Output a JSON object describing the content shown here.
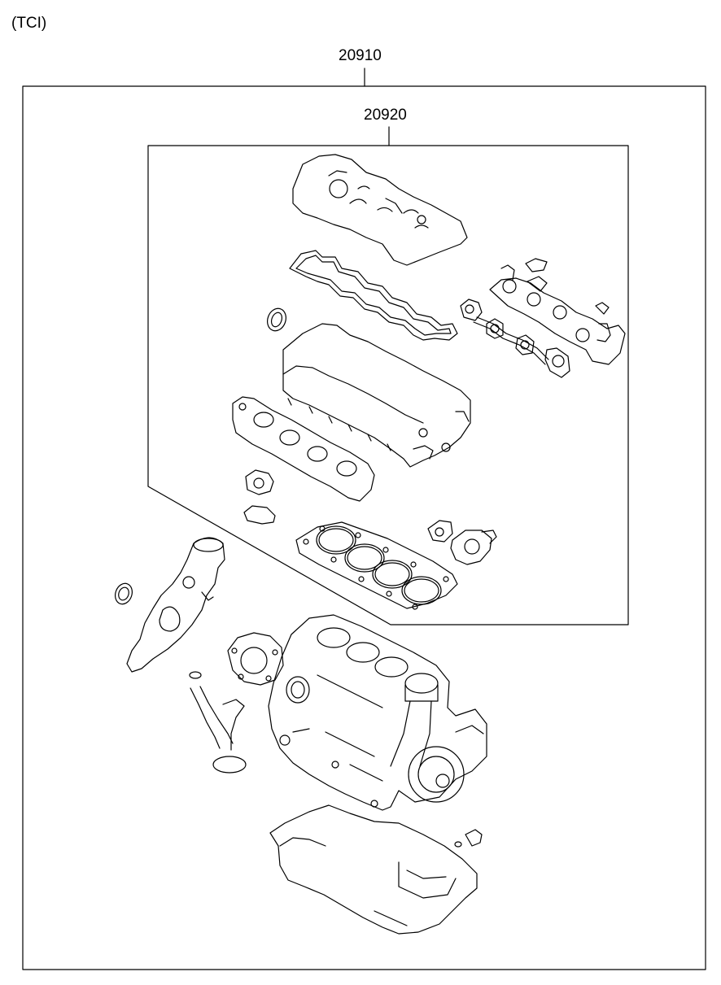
{
  "header": {
    "variant": "(TCI)"
  },
  "callouts": [
    {
      "part_no": "20910"
    },
    {
      "part_no": "20920"
    }
  ],
  "colors": {
    "line": "#000000",
    "background": "#ffffff"
  }
}
